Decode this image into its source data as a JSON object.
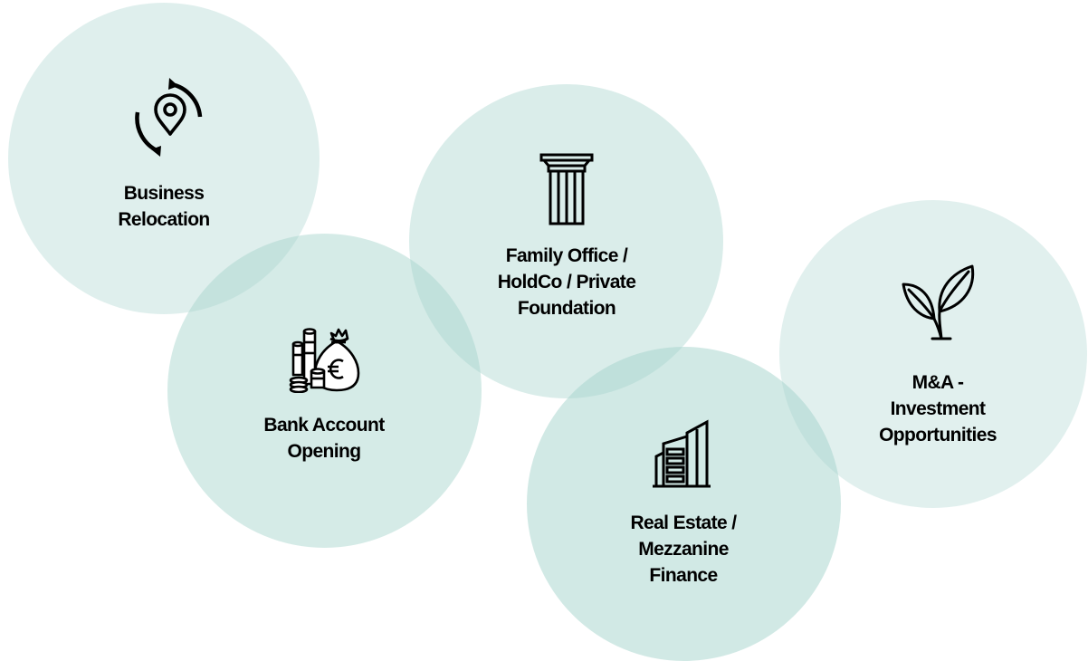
{
  "accent_color": "#a6d4cd",
  "text_color": "#000000",
  "services": [
    {
      "icon": "location-pin-rotate-icon",
      "lines": [
        "Business",
        "Relocation"
      ]
    },
    {
      "icon": "money-bag-euro-coins-icon",
      "lines": [
        "Bank Account",
        "Opening"
      ]
    },
    {
      "icon": "column-pillar-icon",
      "lines": [
        "Family Office /",
        "HoldCo / Private",
        "Foundation"
      ]
    },
    {
      "icon": "office-buildings-icon",
      "lines": [
        "Real Estate /",
        "Mezzanine",
        "Finance"
      ]
    },
    {
      "icon": "plant-sprout-icon",
      "lines": [
        "M&A -",
        "Investment",
        "Opportunities"
      ]
    }
  ]
}
